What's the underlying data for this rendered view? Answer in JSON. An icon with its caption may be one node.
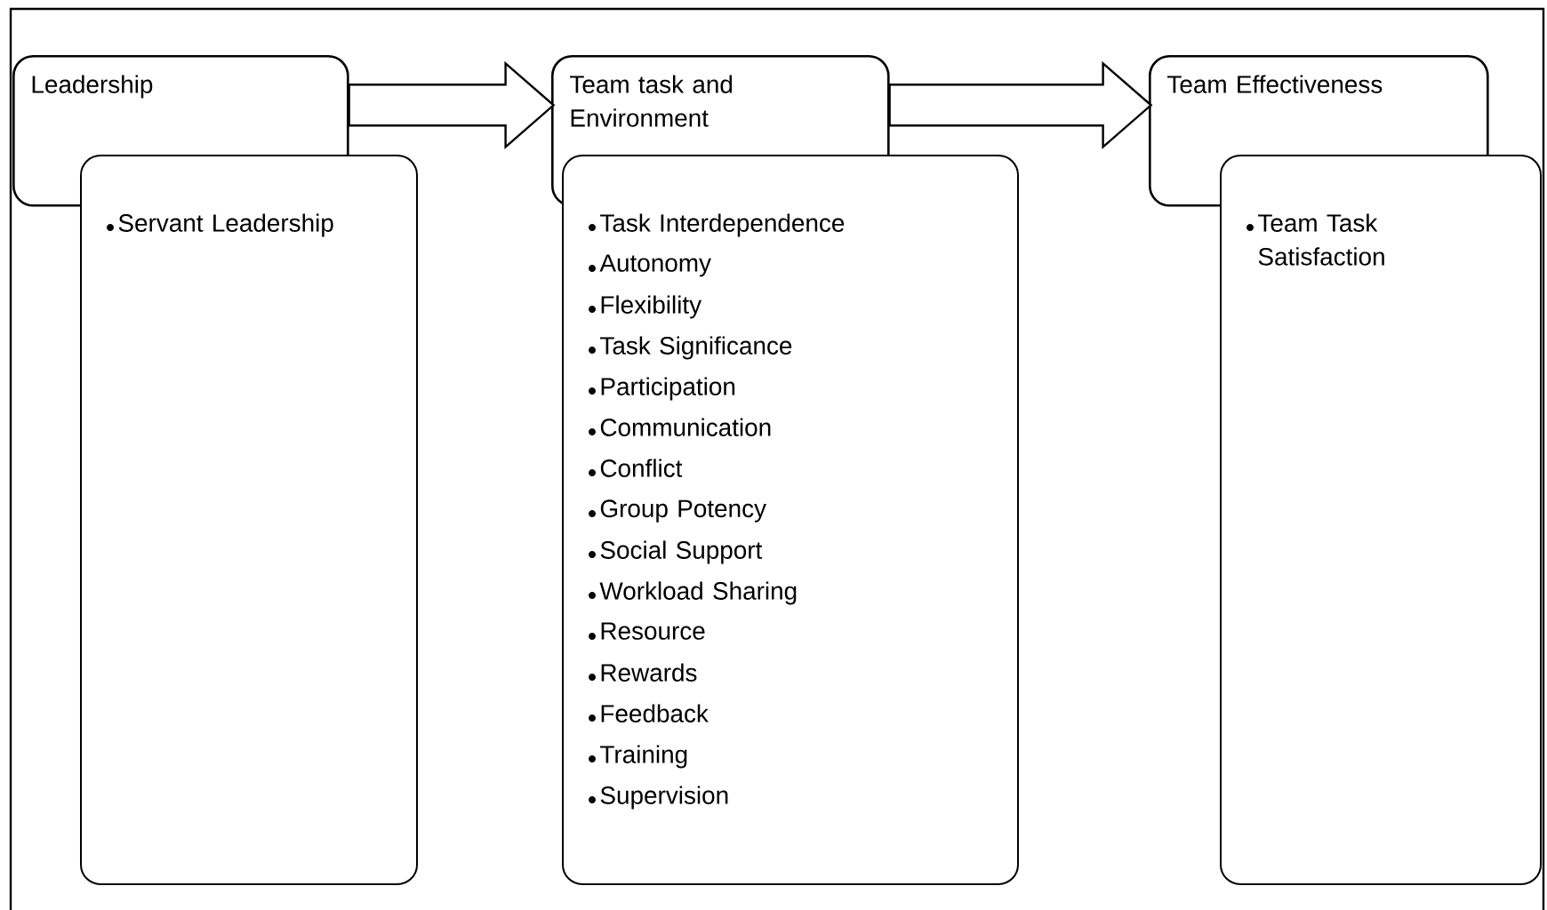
{
  "diagram": {
    "nodes": [
      {
        "text": [
          "Leadership"
        ]
      },
      {
        "text": [
          "Servant Leadership"
        ]
      },
      {
        "text": [
          "Team task and Environment"
        ]
      },
      {
        "text": [
          "Task Interdependence",
          "Autonomy",
          "Flexibility",
          "Task Significance",
          "Participation",
          "Communication",
          "Conflict",
          "Group Potency",
          "Social Support",
          "Workload Sharing",
          "Resource",
          "Rewards",
          "Feedback",
          "Training",
          "Supervision"
        ]
      },
      {
        "text": [
          "Team Effectiveness"
        ]
      },
      {
        "text": [
          "Team Task Satisfaction"
        ]
      }
    ],
    "edges": [
      {
        "from": 0,
        "to": 2,
        "arrow": "to"
      },
      {
        "from": 2,
        "to": 4,
        "arrow": "to"
      }
    ]
  }
}
